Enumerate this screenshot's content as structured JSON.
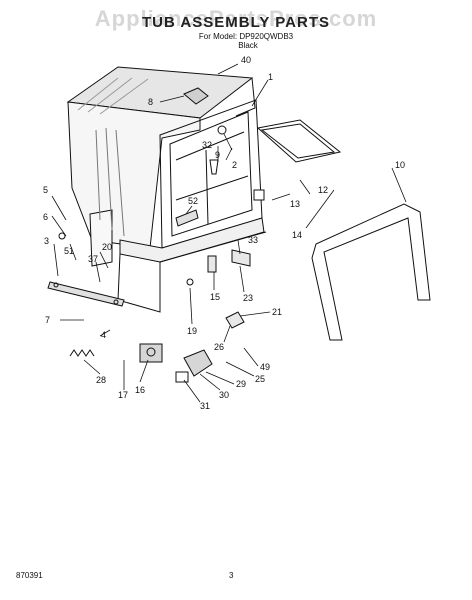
{
  "header": {
    "watermark": "AppliancePartsPros.com",
    "title": "TUB ASSEMBLY PARTS",
    "model_line": "For Model: DP920QWDB3",
    "color_line": "Black"
  },
  "footer": {
    "code": "870391",
    "page_number": "3"
  },
  "callouts": [
    {
      "id": "c40",
      "text": "40"
    },
    {
      "id": "c1",
      "text": "1"
    },
    {
      "id": "c8",
      "text": "8"
    },
    {
      "id": "c32",
      "text": "32"
    },
    {
      "id": "c9",
      "text": "9"
    },
    {
      "id": "c2",
      "text": "2"
    },
    {
      "id": "c10",
      "text": "10"
    },
    {
      "id": "c5",
      "text": "5"
    },
    {
      "id": "c6",
      "text": "6"
    },
    {
      "id": "c3",
      "text": "3"
    },
    {
      "id": "c51",
      "text": "51"
    },
    {
      "id": "c20",
      "text": "20"
    },
    {
      "id": "c37",
      "text": "37"
    },
    {
      "id": "c52",
      "text": "52"
    },
    {
      "id": "c13",
      "text": "13"
    },
    {
      "id": "c12",
      "text": "12"
    },
    {
      "id": "c14",
      "text": "14"
    },
    {
      "id": "c33",
      "text": "33"
    },
    {
      "id": "c7",
      "text": "7"
    },
    {
      "id": "c4",
      "text": "4"
    },
    {
      "id": "c15",
      "text": "15"
    },
    {
      "id": "c23",
      "text": "23"
    },
    {
      "id": "c21",
      "text": "21"
    },
    {
      "id": "c19",
      "text": "19"
    },
    {
      "id": "c26",
      "text": "26"
    },
    {
      "id": "c28",
      "text": "28"
    },
    {
      "id": "c49",
      "text": "49"
    },
    {
      "id": "c25",
      "text": "25"
    },
    {
      "id": "c29",
      "text": "29"
    },
    {
      "id": "c16",
      "text": "16"
    },
    {
      "id": "c17",
      "text": "17"
    },
    {
      "id": "c30",
      "text": "30"
    },
    {
      "id": "c31",
      "text": "31"
    }
  ]
}
